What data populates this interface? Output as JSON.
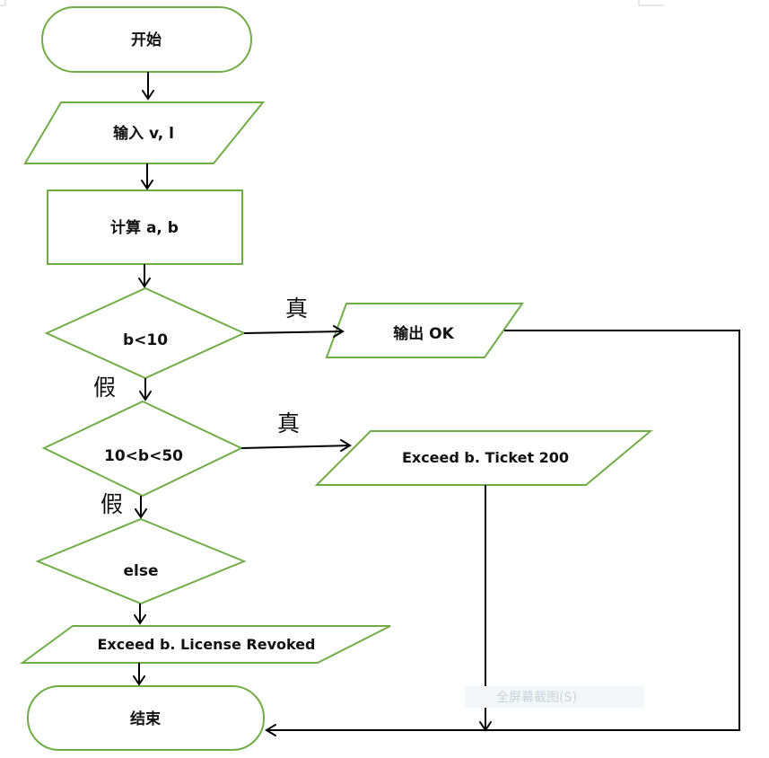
{
  "nodes": {
    "start": "开始",
    "input": "输入 v, l",
    "compute": "计算 a, b",
    "decision1": "b<10",
    "output_ok": "输出 OK",
    "decision2": "10<b<50",
    "output_ticket": "Exceed b. Ticket 200",
    "decision3": "else",
    "output_revoked": "Exceed b. License Revoked",
    "end": "结束"
  },
  "branch_labels": {
    "true_1": "真",
    "false_1": "假",
    "true_2": "真",
    "false_2": "假"
  },
  "watermark": "全屏幕截图(S)",
  "colors": {
    "shape_stroke": "#70ad47",
    "line": "#000000",
    "background": "#ffffff"
  }
}
